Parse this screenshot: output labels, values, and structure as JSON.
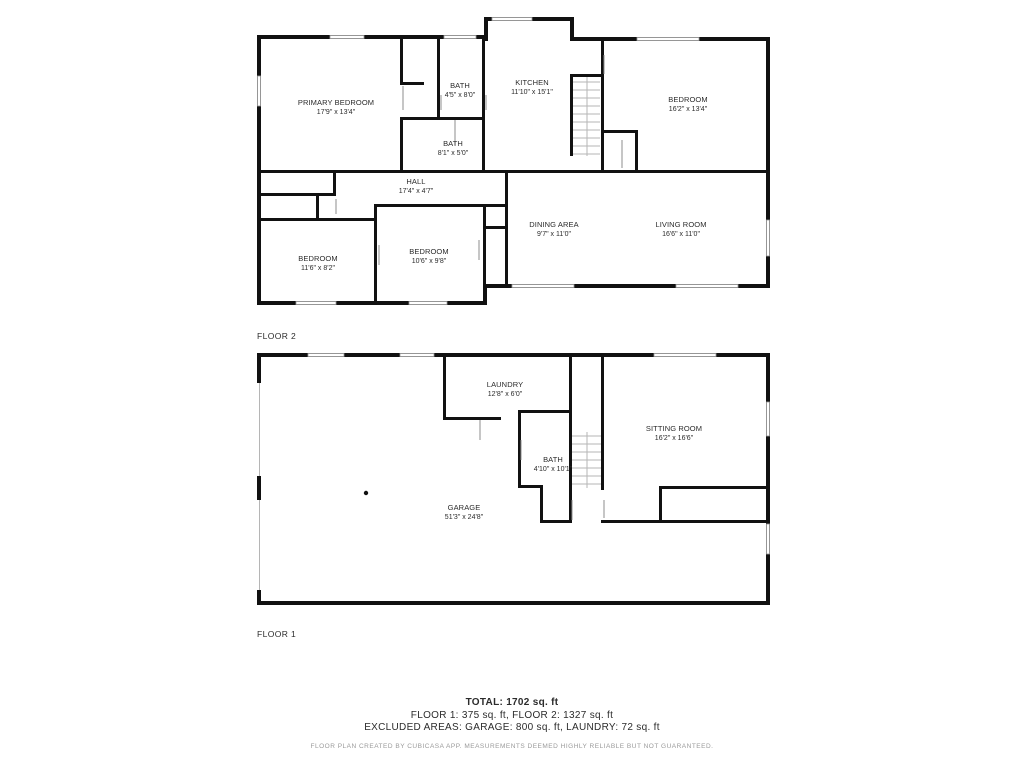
{
  "floor2": {
    "label": "FLOOR 2",
    "rooms": {
      "primary_bedroom": {
        "name": "PRIMARY BEDROOM",
        "dims": "17'9\" x 13'4\""
      },
      "bath_a": {
        "name": "BATH",
        "dims": "4'5\" x 8'0\""
      },
      "bath_b": {
        "name": "BATH",
        "dims": "8'1\" x 5'0\""
      },
      "kitchen": {
        "name": "KITCHEN",
        "dims": "11'10\" x 15'1\""
      },
      "bedroom_ne": {
        "name": "BEDROOM",
        "dims": "16'2\" x 13'4\""
      },
      "hall": {
        "name": "HALL",
        "dims": "17'4\" x 4'7\""
      },
      "bedroom_sw": {
        "name": "BEDROOM",
        "dims": "11'6\" x 8'2\""
      },
      "bedroom_s": {
        "name": "BEDROOM",
        "dims": "10'6\" x 9'8\""
      },
      "dining_area": {
        "name": "DINING AREA",
        "dims": "9'7\" x 11'0\""
      },
      "living_room": {
        "name": "LIVING ROOM",
        "dims": "16'6\" x 11'0\""
      }
    }
  },
  "floor1": {
    "label": "FLOOR 1",
    "rooms": {
      "laundry": {
        "name": "LAUNDRY",
        "dims": "12'8\" x 6'0\""
      },
      "bath": {
        "name": "BATH",
        "dims": "4'10\" x 10'1\""
      },
      "sitting_room": {
        "name": "SITTING ROOM",
        "dims": "16'2\" x 16'6\""
      },
      "garage": {
        "name": "GARAGE",
        "dims": "51'3\" x 24'8\""
      }
    }
  },
  "totals": {
    "total": "TOTAL: 1702 sq. ft",
    "floors": "FLOOR 1: 375 sq. ft, FLOOR 2: 1327 sq. ft",
    "excluded": "EXCLUDED AREAS: GARAGE: 800 sq. ft, LAUNDRY: 72 sq. ft"
  },
  "disclaimer": "FLOOR PLAN CREATED BY CUBICASA APP. MEASUREMENTS DEEMED HIGHLY RELIABLE BUT NOT GUARANTEED."
}
